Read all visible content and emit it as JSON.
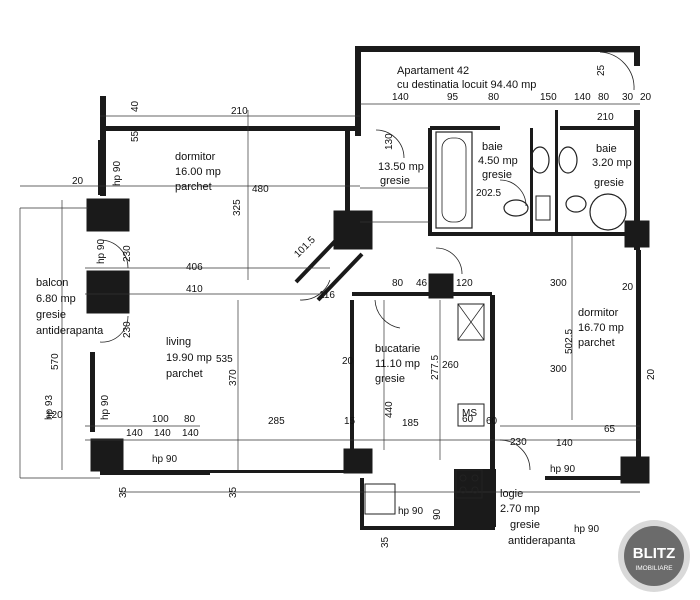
{
  "title": {
    "line1": "Apartament 42",
    "line2": "cu destinatia locuit 94.40 mp"
  },
  "rooms": {
    "dormitor1": {
      "name": "dormitor",
      "area": "16.00 mp",
      "floor": "parchet"
    },
    "hol": {
      "area": "13.50 mp",
      "floor": "gresie"
    },
    "baie1": {
      "name": "baie",
      "area": "4.50 mp",
      "floor": "gresie"
    },
    "baie2": {
      "name": "baie",
      "area": "3.20 mp",
      "floor": "gresie"
    },
    "balcon": {
      "name": "balcon",
      "area": "6.80 mp",
      "floor": "gresie",
      "floor2": "antiderapanta"
    },
    "living": {
      "name": "living",
      "area": "19.90 mp",
      "floor": "parchet"
    },
    "bucatarie": {
      "name": "bucatarie",
      "area": "11.10 mp",
      "floor": "gresie"
    },
    "dormitor2": {
      "name": "dormitor",
      "area": "16.70 mp",
      "floor": "parchet"
    },
    "logie": {
      "name": "logie",
      "area": "2.70 mp",
      "floor": "gresie",
      "floor2": "antiderapanta"
    }
  },
  "dims": {
    "top": [
      "140",
      "95",
      "80",
      "150",
      "140",
      "80",
      "30",
      "20"
    ],
    "top2": [
      "210",
      "210"
    ],
    "d480": "480",
    "d325": "325",
    "d406": "406",
    "d410": "410",
    "d535": "535",
    "d370": "370",
    "d285": "285",
    "d185": "185",
    "d300a": "300",
    "d300b": "300",
    "d440": "440",
    "d277": "277.5",
    "d260": "260",
    "d502": "502.5",
    "d570": "570",
    "d230a": "230",
    "d230b": "230",
    "d230c": "230",
    "d116": "116",
    "d101": "101.5",
    "d202": "202.5",
    "d120": "120",
    "d80a": "80",
    "d46": "46",
    "d140a": "140",
    "d100": "100",
    "d80b": "80",
    "d140b": "140",
    "d140c": "140",
    "d140d": "140",
    "d65": "65",
    "d15": "15",
    "d35a": "35",
    "d35b": "35",
    "d35c": "35",
    "d120b": "120",
    "d20a": "20",
    "d20b": "20",
    "d20c": "20",
    "d20d": "20",
    "d25": "25",
    "d40": "40",
    "d55": "55",
    "d60": "60",
    "d90": "90",
    "d130": "130"
  },
  "windows": {
    "hp1": "hp 90",
    "hp2": "hp 90",
    "hp3": "hp 90",
    "hp4": "hp 90",
    "hp5": "hp 90",
    "hp6": "hp 90",
    "hp7": "hp 90",
    "hp8": "hp 93"
  },
  "kitchen": {
    "ms": "MS",
    "ms_val": "60"
  },
  "logo": {
    "line1": "BLITZ",
    "line2": "IMOBILIARE"
  },
  "colors": {
    "ink": "#1a1a1a",
    "logo_bg": "#6b6b6b",
    "logo_ring": "#d9d9d9"
  }
}
